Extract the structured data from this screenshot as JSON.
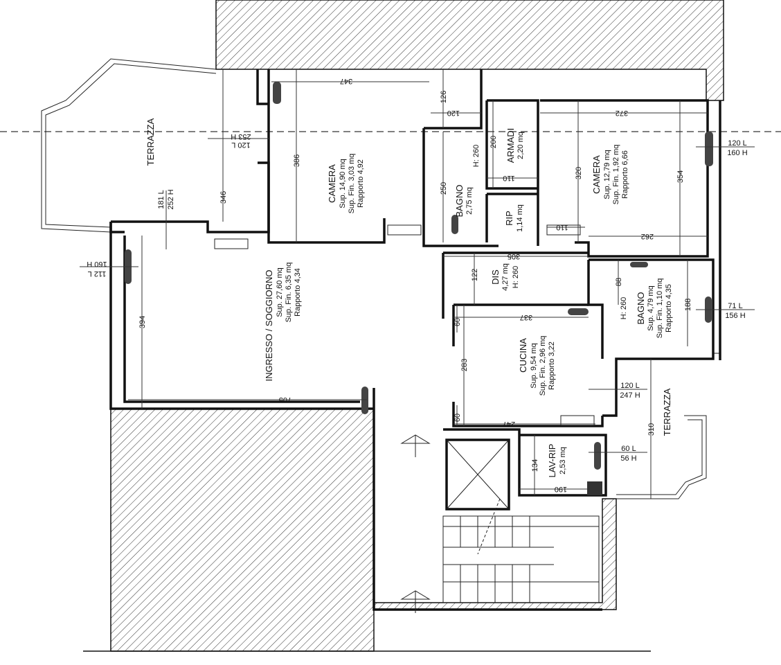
{
  "rooms": {
    "camera1": {
      "name": "CAMERA",
      "sup": "Sup. 14,90 mq",
      "fin": "Sup. Fin. 3,03 mq",
      "rapporto": "Rapporto 4,92"
    },
    "bagno1": {
      "name": "BAGNO",
      "sup": "2,75 mq",
      "height": "H: 260"
    },
    "armadi": {
      "name": "ARMADI",
      "sup": "2,20 mq"
    },
    "rip": {
      "name": "RIP",
      "sup": "1,14 mq"
    },
    "camera2": {
      "name": "CAMERA",
      "sup": "Sup. 12,79 mq",
      "fin": "Sup. Fin. 1,92 mq",
      "rapporto": "Rapporto 6,66"
    },
    "dis": {
      "name": "DIS",
      "sup": "4,27 mq",
      "height": "H: 260"
    },
    "bagno2": {
      "name": "BAGNO",
      "sup": "Sup. 4,79 mq",
      "fin": "Sup. Fin. 1,10 mq",
      "rapporto": "Rapporto 4,35",
      "height": "H: 260"
    },
    "soggiorno": {
      "name": "INGRESSO / SOGGIORNO",
      "sup": "Sup. 27,60 mq",
      "fin": "Sup. Fin. 6,35 mq",
      "rapporto": "Rapporto 4,34"
    },
    "cucina": {
      "name": "CUCINA",
      "sup": "Sup. 9,54 mq",
      "fin": "Sup. Fin. 2,96 mq",
      "rapporto": "Rapporto 3,22"
    },
    "lavrip": {
      "name": "LAV-RIP",
      "sup": "2,53 mq"
    },
    "terrazza_left": {
      "name": "TERRAZZA"
    },
    "terrazza_right": {
      "name": "TERRAZZA"
    }
  },
  "dimensions": {
    "d347": "347",
    "d126": "126",
    "d120": "120",
    "d386": "386",
    "d346": "346",
    "d250": "250",
    "d200": "200",
    "d110a": "110",
    "d110b": "110",
    "d372": "372",
    "d320": "320",
    "d354": "354",
    "d262": "262",
    "d305": "305",
    "d122": "122",
    "d88": "88",
    "d188": "188",
    "d337": "337",
    "d60a": "60",
    "d283": "283",
    "d60b": "60",
    "d247": "247",
    "d394": "394",
    "d705": "705",
    "d134": "134",
    "d190": "190",
    "d310": "310"
  },
  "windows": {
    "w1": {
      "l": "120 L",
      "h": "253 H"
    },
    "w2": {
      "l": "181 L",
      "h": "252 H"
    },
    "w3": {
      "l": "112 L",
      "h": "160 H"
    },
    "w4": {
      "l": "120 L",
      "h": "160 H"
    },
    "w5": {
      "l": "71 L",
      "h": "156 H"
    },
    "w6": {
      "l": "120 L",
      "h": "247 H"
    },
    "w7": {
      "l": "60 L",
      "h": "56 H"
    }
  }
}
